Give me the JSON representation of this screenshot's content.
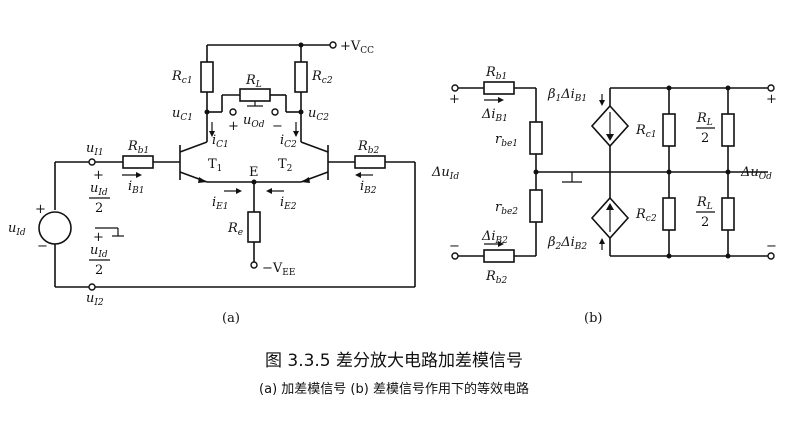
{
  "figure": {
    "caption_main": "图 3.3.5   差分放大电路加差模信号",
    "caption_sub": "(a) 加差模信号   (b) 差模信号作用下的等效电路",
    "panel_a_label": "(a)",
    "panel_b_label": "(b)"
  },
  "circuit_a": {
    "vcc": "+V",
    "vcc_sub": "CC",
    "vee": "−V",
    "vee_sub": "EE",
    "node_e": "E",
    "rc1": "R",
    "rc1_sub": "c1",
    "rc2": "R",
    "rc2_sub": "c2",
    "rl": "R",
    "rl_sub": "L",
    "rb1": "R",
    "rb1_sub": "b1",
    "rb2": "R",
    "rb2_sub": "b2",
    "re": "R",
    "re_sub": "e",
    "t1": "T",
    "t1_sub": "1",
    "t2": "T",
    "t2_sub": "2",
    "uc1": "u",
    "uc1_sub": "C1",
    "uc2": "u",
    "uc2_sub": "C2",
    "uod": "u",
    "uod_sub": "Od",
    "ic1": "i",
    "ic1_sub": "C1",
    "ic2": "i",
    "ic2_sub": "C2",
    "ib1": "i",
    "ib1_sub": "B1",
    "ib2": "i",
    "ib2_sub": "B2",
    "ie1": "i",
    "ie1_sub": "E1",
    "ie2": "i",
    "ie2_sub": "E2",
    "ui1": "u",
    "ui1_sub": "I1",
    "ui2": "u",
    "ui2_sub": "I2",
    "uid": "u",
    "uid_sub": "Id",
    "uid_half": "u",
    "uid_half_sub": "Id",
    "two": "2",
    "plus": "+",
    "minus": "−"
  },
  "circuit_b": {
    "rb1": "R",
    "rb1_sub": "b1",
    "rb2": "R",
    "rb2_sub": "b2",
    "rbe1": "r",
    "rbe1_sub": "be1",
    "rbe2": "r",
    "rbe2_sub": "be2",
    "dib1": "Δi",
    "dib1_sub": "B1",
    "dib2": "Δi",
    "dib2_sub": "B2",
    "beta1": "β",
    "beta1_sub": "1",
    "beta2": "β",
    "beta2_sub": "2",
    "src1": "Δi",
    "src1_sub": "B1",
    "src2": "Δi",
    "src2_sub": "B2",
    "rc1": "R",
    "rc1_sub": "c1",
    "rc2": "R",
    "rc2_sub": "c2",
    "rl": "R",
    "rl_sub": "L",
    "two": "2",
    "duid": "Δu",
    "duid_sub": "Id",
    "duod": "Δu",
    "duod_sub": "Od",
    "plus": "+",
    "minus": "−"
  }
}
